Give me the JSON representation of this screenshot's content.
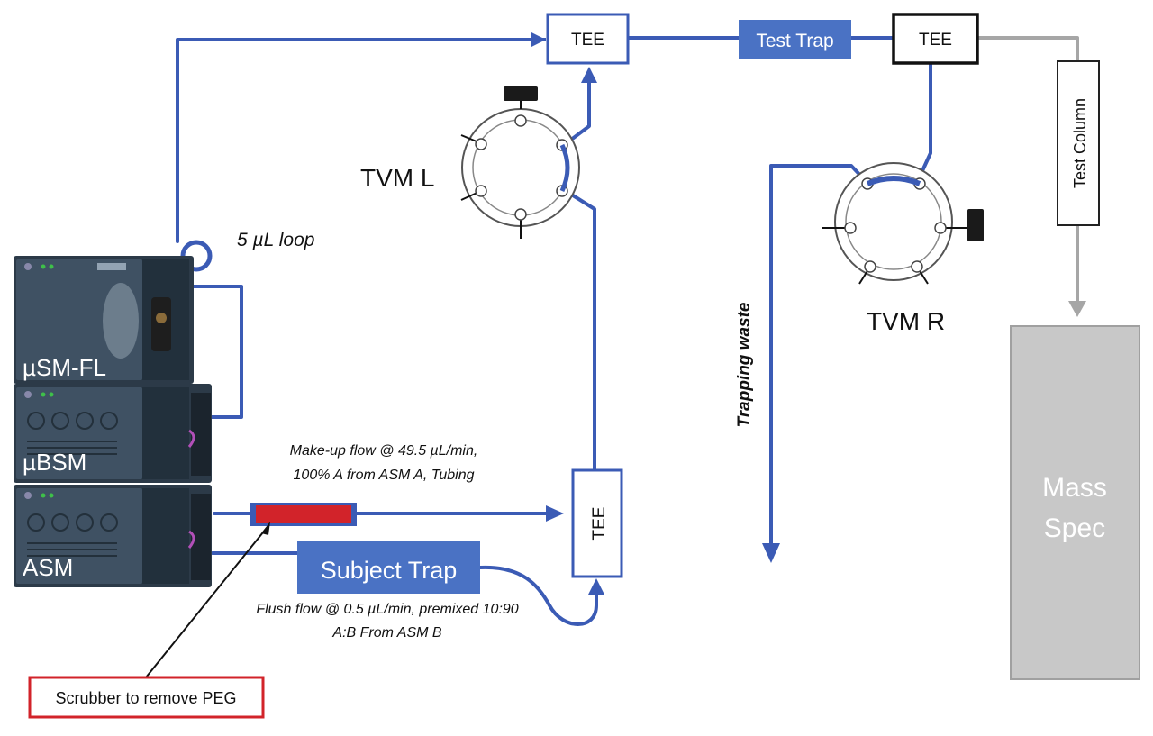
{
  "tee_top": "TEE",
  "test_trap": "Test Trap",
  "tee_right": "TEE",
  "test_column": "Test Column",
  "tvm_l": "TVM L",
  "tvm_r": "TVM R",
  "loop": "5 µL loop",
  "trapping_waste": "Trapping waste",
  "mass_spec": {
    "line1": "Mass",
    "line2": "Spec"
  },
  "modules": {
    "usm_fl": "µSM-FL",
    "ubsm": "µBSM",
    "asm": "ASM"
  },
  "makeup_flow": {
    "line1": "Make-up flow @ 49.5 µL/min,",
    "line2": "100% A from ASM A, Tubing"
  },
  "tee_bottom": "TEE",
  "subject_trap": "Subject Trap",
  "flush_flow": {
    "line1": "Flush flow @ 0.5 µL/min, premixed 10:90",
    "line2": "A:B From ASM B"
  },
  "scrubber": "Scrubber to remove PEG",
  "colors": {
    "pipe": "#3b5bb5",
    "trap_fill": "#4a72c4",
    "scrubber_red": "#d2232a",
    "mass_spec_gray": "#c8c8c8",
    "column_pipe": "#a6a6a6"
  }
}
